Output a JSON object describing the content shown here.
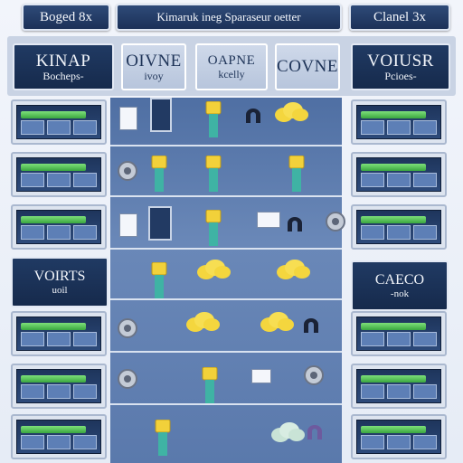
{
  "tabs": [
    {
      "label": "Boged 8x"
    },
    {
      "label": "Kimaruk ineg Sparaseur oetter"
    },
    {
      "label": "Clanel 3x"
    }
  ],
  "header_cards": [
    {
      "big": "KINAP",
      "small": "Bocheps-"
    },
    {
      "big": "OIVNE",
      "small": "ivoy"
    },
    {
      "big": "OAPNE",
      "small": "kcelly"
    },
    {
      "big": "COVNE",
      "small": ""
    },
    {
      "big": "VOIUSR",
      "small": "Pcioes-"
    }
  ],
  "side_panels": {
    "left": {
      "big": "VOIRTS",
      "small": "uoil"
    },
    "right": {
      "big": "CAECO",
      "small": "-nok"
    }
  },
  "icons": {
    "tower": "tower-icon",
    "cloud": "cloud-icon",
    "gear": "gear-icon",
    "monitor": "monitor-icon",
    "magnet": "magnet-icon",
    "page": "document-icon"
  },
  "colors": {
    "panel_dark": "#1c3158",
    "board_blue": "#5a79ac",
    "progress_green": "#3aa63f",
    "token_yellow": "#f2d13a",
    "tower_teal": "#3fb3a4"
  }
}
